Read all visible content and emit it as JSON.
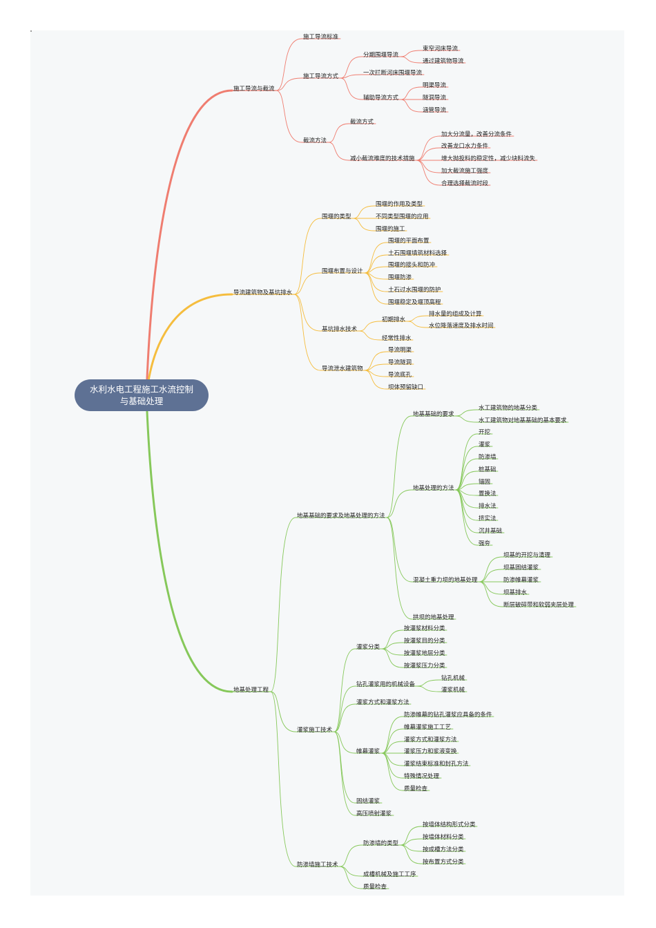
{
  "root": {
    "label": "水利水电工程施工水流控制\n与基础处理"
  },
  "colors": {
    "red": "#ef7d70",
    "orange": "#f5bd3e",
    "green": "#86c85a",
    "root": "#5e7194"
  },
  "branches": [
    {
      "id": "b1",
      "label": "施工导流与截流",
      "color": "red",
      "children": [
        {
          "label": "施工导流标准"
        },
        {
          "label": "施工导流方式",
          "children": [
            {
              "label": "分期围堰导流",
              "children": [
                {
                  "label": "束窄河床导流"
                },
                {
                  "label": "通过建筑物导流"
                }
              ]
            },
            {
              "label": "一次拦断河床围堰导流"
            },
            {
              "label": "辅助导流方式",
              "children": [
                {
                  "label": "明渠导流"
                },
                {
                  "label": "隧洞导流"
                },
                {
                  "label": "涵管导流"
                }
              ]
            }
          ]
        },
        {
          "label": "截流方法",
          "children": [
            {
              "label": "截流方式"
            },
            {
              "label": "减小截流难度的技术措施",
              "children": [
                {
                  "label": "加大分流量，改善分流条件"
                },
                {
                  "label": "改善龙口水力条件"
                },
                {
                  "label": "增大抛投料的稳定性，减少块料流失"
                },
                {
                  "label": "加大截流施工强度"
                },
                {
                  "label": "合理选择截流时段"
                }
              ]
            }
          ]
        }
      ]
    },
    {
      "id": "b2",
      "label": "导流建筑物及基坑排水",
      "color": "orange",
      "children": [
        {
          "label": "围堰的类型",
          "children": [
            {
              "label": "围堰的作用及类型"
            },
            {
              "label": "不同类型围堰的应用"
            },
            {
              "label": "围堰的施工"
            }
          ]
        },
        {
          "label": "围堰布置与设计",
          "children": [
            {
              "label": "围堰的平面布置"
            },
            {
              "label": "土石围堰填筑材料选择"
            },
            {
              "label": "围堰的接头和防冲"
            },
            {
              "label": "围堰防渗"
            },
            {
              "label": "土石过水围堰的防护"
            },
            {
              "label": "围堰稳定及堰顶高程"
            }
          ]
        },
        {
          "label": "基坑排水技术",
          "children": [
            {
              "label": "初期排水",
              "children": [
                {
                  "label": "排水量的组成及计算"
                },
                {
                  "label": "水位降落速度及排水时间"
                }
              ]
            },
            {
              "label": "经常性排水"
            }
          ]
        },
        {
          "label": "导流泄水建筑物",
          "children": [
            {
              "label": "导流明渠"
            },
            {
              "label": "导流隧洞"
            },
            {
              "label": "导流底孔"
            },
            {
              "label": "坝体预留缺口"
            }
          ]
        }
      ]
    },
    {
      "id": "b3",
      "label": "地基处理工程",
      "color": "green",
      "children": [
        {
          "label": "地基基础的要求及地基处理的方法",
          "children": [
            {
              "label": "地基基础的要求",
              "children": [
                {
                  "label": "水工建筑物的地基分类"
                },
                {
                  "label": "水工建筑物对地基基础的基本要求"
                }
              ]
            },
            {
              "label": "地基处理的方法",
              "children": [
                {
                  "label": "开挖"
                },
                {
                  "label": "灌浆"
                },
                {
                  "label": "防渗墙"
                },
                {
                  "label": "桩基础"
                },
                {
                  "label": "锚固"
                },
                {
                  "label": "置换法"
                },
                {
                  "label": "排水法"
                },
                {
                  "label": "挤实法"
                },
                {
                  "label": "沉井基础"
                },
                {
                  "label": "强夯"
                }
              ]
            },
            {
              "label": "混凝土重力坝的地基处理",
              "children": [
                {
                  "label": "坝基的开挖与清理"
                },
                {
                  "label": "坝基固结灌浆"
                },
                {
                  "label": "防渗帷幕灌浆"
                },
                {
                  "label": "坝基排水"
                },
                {
                  "label": "断层破碎带和软弱夹层处理"
                }
              ]
            },
            {
              "label": "拱坝的地基处理"
            }
          ]
        },
        {
          "label": "灌浆施工技术",
          "children": [
            {
              "label": "灌浆分类",
              "children": [
                {
                  "label": "按灌浆材料分类"
                },
                {
                  "label": "按灌浆目的分类"
                },
                {
                  "label": "按灌浆地层分类"
                },
                {
                  "label": "按灌浆压力分类"
                }
              ]
            },
            {
              "label": "钻孔灌浆用的机械设备",
              "children": [
                {
                  "label": "钻孔机械"
                },
                {
                  "label": "灌浆机械"
                }
              ]
            },
            {
              "label": "灌浆方式和灌浆方法"
            },
            {
              "label": "帷幕灌浆",
              "children": [
                {
                  "label": "防渗帷幕的钻孔灌浆应具备的条件"
                },
                {
                  "label": "帷幕灌浆施工工艺"
                },
                {
                  "label": "灌浆方式和灌浆方法"
                },
                {
                  "label": "灌浆压力和浆液变换"
                },
                {
                  "label": "灌浆结束标准和封孔方法"
                },
                {
                  "label": "特殊情况处理"
                },
                {
                  "label": "质量检查"
                }
              ]
            },
            {
              "label": "固结灌浆"
            },
            {
              "label": "高压喷射灌浆"
            }
          ]
        },
        {
          "label": "防渗墙施工技术",
          "children": [
            {
              "label": "防渗墙的类型",
              "children": [
                {
                  "label": "按墙体结构形式分类"
                },
                {
                  "label": "按墙体材料分类"
                },
                {
                  "label": "按成槽方法分类"
                },
                {
                  "label": "按布置方式分类"
                }
              ]
            },
            {
              "label": "成槽机械及施工工序"
            },
            {
              "label": "质量检查"
            }
          ]
        }
      ]
    }
  ]
}
